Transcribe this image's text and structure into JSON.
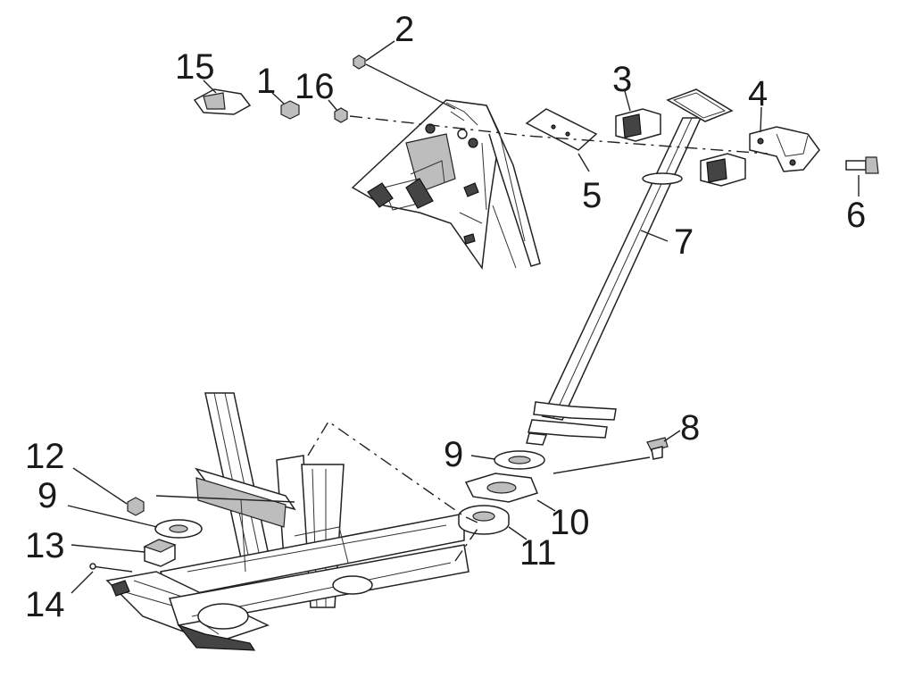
{
  "callouts": {
    "c1": "1",
    "c2": "2",
    "c3": "3",
    "c4": "4",
    "c5": "5",
    "c6": "6",
    "c7": "7",
    "c8": "8",
    "c9a": "9",
    "c9b": "9",
    "c10": "10",
    "c11": "11",
    "c12": "12",
    "c13": "13",
    "c14": "14",
    "c15": "15",
    "c16": "16"
  }
}
